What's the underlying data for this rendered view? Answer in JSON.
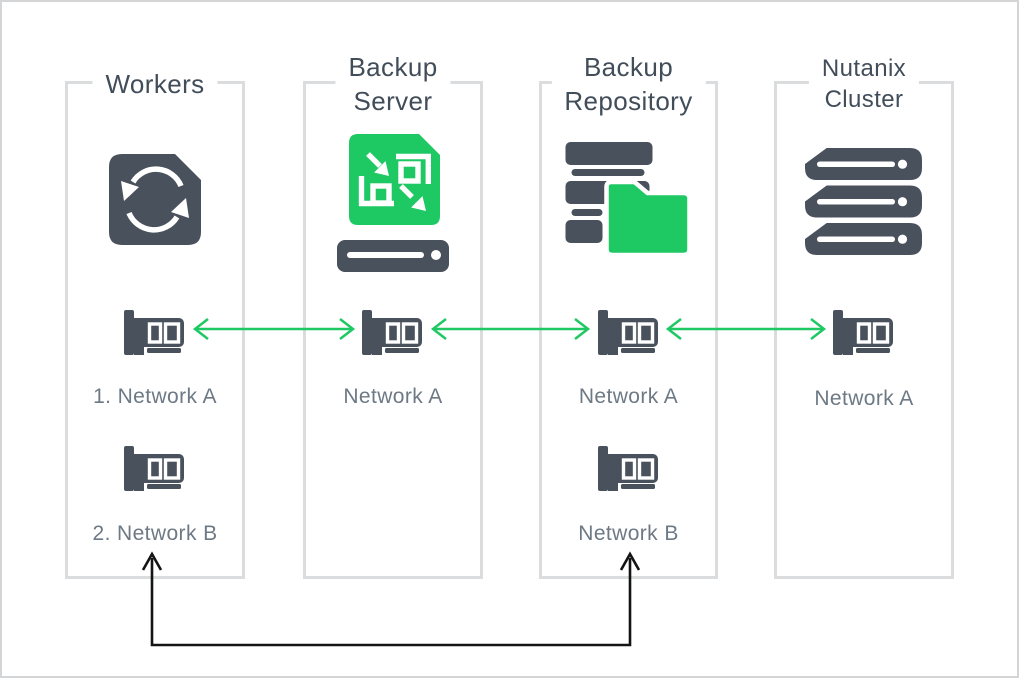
{
  "diagram": {
    "columns": [
      {
        "title": "Workers",
        "title_lines": [
          "Workers"
        ],
        "main_icon": "sync-document",
        "network_labels": [
          "1. Network A",
          "2. Network B"
        ]
      },
      {
        "title": "Backup Server",
        "title_lines": [
          "Backup",
          "Server"
        ],
        "main_icon": "backup-server",
        "network_labels": [
          "Network A"
        ]
      },
      {
        "title": "Backup Repository",
        "title_lines": [
          "Backup",
          "Repository"
        ],
        "main_icon": "storage-stack-folder",
        "network_labels": [
          "Network A",
          "Network B"
        ]
      },
      {
        "title": "Nutanix Cluster",
        "title_lines": [
          "Nutanix",
          "Cluster"
        ],
        "main_icon": "server-stack",
        "network_labels": [
          "Network A"
        ]
      }
    ],
    "connectors": {
      "green_arrows": [
        "workers-to-backup-server",
        "backup-server-to-backup-repository",
        "backup-repository-to-nutanix-cluster"
      ],
      "black_loop": "workers-network-b-to-backup-repository-network-b"
    },
    "colors": {
      "green": "#1ec863",
      "slate_icon": "#49525c",
      "title_text": "#424d5a",
      "label_text": "#6d7985",
      "box_border": "#dadcdd",
      "connector_black": "#141414"
    }
  }
}
